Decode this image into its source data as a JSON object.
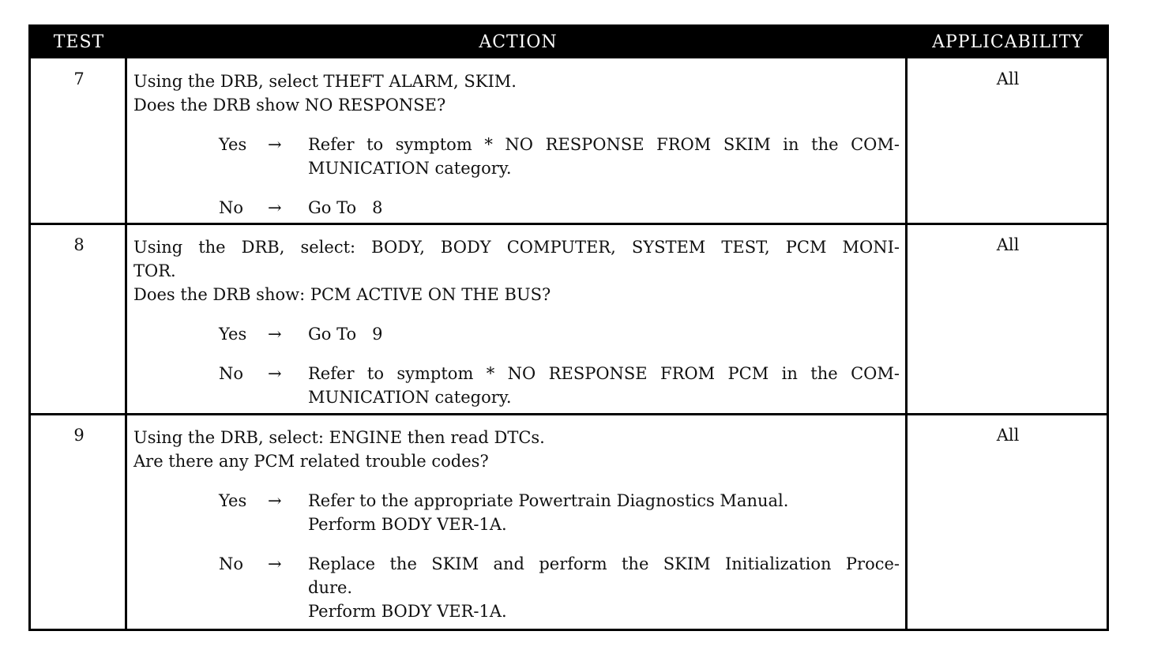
{
  "header": {
    "test": "TEST",
    "action": "ACTION",
    "applicability": "APPLICABILITY"
  },
  "rows": [
    {
      "test": "7",
      "question": [
        "Using the DRB, select THEFT ALARM, SKIM.",
        "Does the DRB show NO RESPONSE?"
      ],
      "yes": {
        "label": "Yes",
        "arrow": "→",
        "lines": [
          "Refer to symptom * NO RESPONSE FROM SKIM in the COM-",
          "MUNICATION category."
        ]
      },
      "no": {
        "label": "No",
        "arrow": "→",
        "lines": [
          "Go To   8"
        ]
      },
      "applicability": "All"
    },
    {
      "test": "8",
      "question": [
        "Using the DRB, select: BODY, BODY COMPUTER, SYSTEM TEST, PCM MONI-",
        "TOR.",
        "Does the DRB show: PCM ACTIVE ON THE BUS?"
      ],
      "yes": {
        "label": "Yes",
        "arrow": "→",
        "lines": [
          "Go To   9"
        ]
      },
      "no": {
        "label": "No",
        "arrow": "→",
        "lines": [
          "Refer to symptom * NO RESPONSE FROM PCM in the COM-",
          "MUNICATION category."
        ]
      },
      "applicability": "All"
    },
    {
      "test": "9",
      "question": [
        "Using the DRB, select: ENGINE then read DTCs.",
        "Are there any PCM related trouble codes?"
      ],
      "yes": {
        "label": "Yes",
        "arrow": "→",
        "lines": [
          "Refer to the appropriate Powertrain Diagnostics Manual.",
          "Perform BODY VER-1A."
        ]
      },
      "no": {
        "label": "No",
        "arrow": "→",
        "lines": [
          "Replace the SKIM and perform the SKIM Initialization Proce-",
          "dure.",
          "Perform BODY VER-1A."
        ]
      },
      "applicability": "All"
    }
  ]
}
